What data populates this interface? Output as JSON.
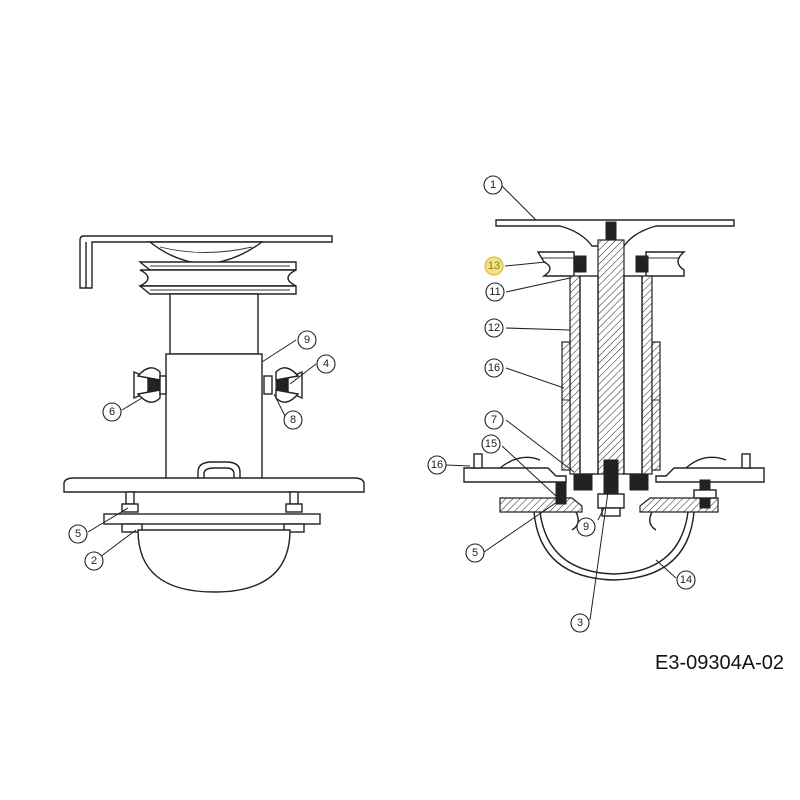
{
  "drawing_number": "E3-09304A-02",
  "left_view": {
    "callouts": [
      "9",
      "4",
      "6",
      "8",
      "5",
      "2"
    ]
  },
  "right_view": {
    "callouts": [
      "1",
      "13",
      "11",
      "12",
      "16",
      "7",
      "15",
      "16",
      "9",
      "5",
      "3",
      "14"
    ],
    "highlighted_callout": "13"
  }
}
